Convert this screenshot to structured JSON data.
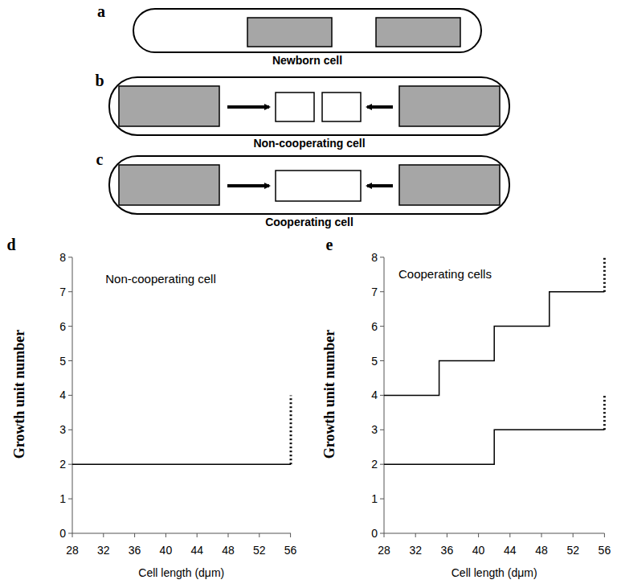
{
  "diagram": {
    "nodes": [
      {
        "text": [
          "Newborn cell"
        ]
      },
      {
        "text": [
          "Non-cooperating cell"
        ]
      },
      {
        "text": [
          "Cooperating cell"
        ]
      }
    ],
    "labels": [
      "a",
      "b",
      "c",
      "d",
      "e",
      "Growth unit number",
      "Cell length (dμm)",
      "Non-cooperating cell",
      "0",
      "1",
      "2",
      "3",
      "4",
      "5",
      "6",
      "7",
      "8",
      "28",
      "32",
      "36",
      "40",
      "44",
      "48",
      "52",
      "56",
      "Growth unit number",
      "Cell length (dμm)",
      "Cooperating cells",
      "0",
      "1",
      "2",
      "3",
      "4",
      "5",
      "6",
      "7",
      "8",
      "28",
      "32",
      "36",
      "40",
      "44",
      "48",
      "52",
      "56"
    ]
  }
}
